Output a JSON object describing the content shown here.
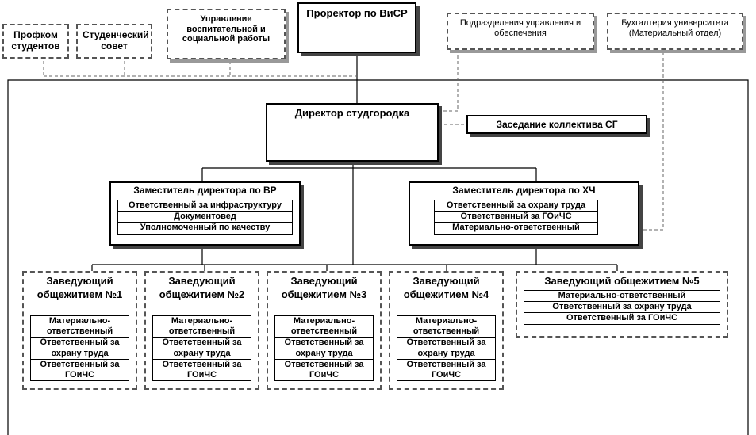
{
  "top_row": {
    "profkom": "Профком студентов",
    "student_council": "Студенческий совет",
    "education_dept": "Управление воспитательной и социальной работы",
    "prorector": "Проректор по ВиСР",
    "support_units": "Подразделения управления и обеспечения",
    "accounting": "Бухгалтерия университета (Материальный отдел)"
  },
  "director": "Директор студгородка",
  "meeting": "Заседание коллектива СГ",
  "deputy_vr": {
    "title": "Заместитель директора по ВР",
    "items": [
      "Ответственный  за инфраструктуру",
      "Документовед",
      "Уполномоченный  по качеству"
    ]
  },
  "deputy_hch": {
    "title": "Заместитель директора по ХЧ",
    "items": [
      "Ответственный  за охрану труда",
      "Ответственный  за ГОиЧС",
      "Материально-ответственный"
    ]
  },
  "dorms": [
    {
      "title": "Заведующий общежитием №1",
      "items": [
        "Материально-ответственный",
        "Ответственный за охрану труда",
        "Ответственный за ГОиЧС"
      ]
    },
    {
      "title": "Заведующий общежитием №2",
      "items": [
        "Материально-ответственный",
        "Ответственный за охрану труда",
        "Ответственный за ГОиЧС"
      ]
    },
    {
      "title": "Заведующий общежитием №3",
      "items": [
        "Материально-ответственный",
        "Ответственный за охрану труда",
        "Ответственный за ГОиЧС"
      ]
    },
    {
      "title": "Заведующий общежитием №4",
      "items": [
        "Материально-ответственный",
        "Ответственный за охрану труда",
        "Ответственный за ГОиЧС"
      ]
    }
  ],
  "dorm5": {
    "title": "Заведующий общежитием №5",
    "items": [
      "Материально-ответственный",
      "Ответственный  за охрану труда",
      "Ответственный  за ГОиЧС"
    ]
  }
}
